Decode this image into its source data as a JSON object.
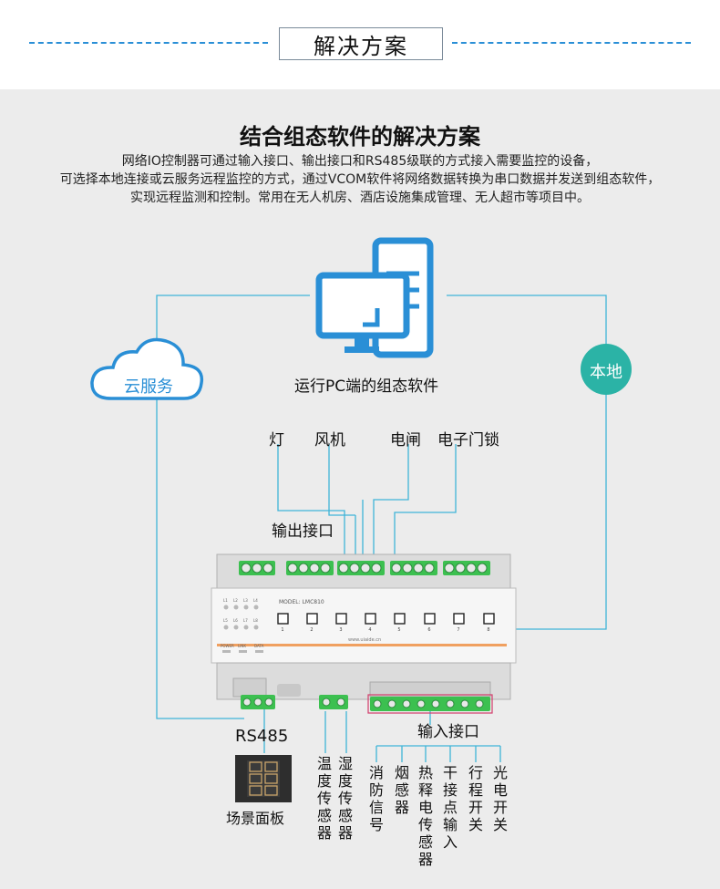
{
  "header": {
    "title": "解决方案"
  },
  "headline": "结合组态软件的解决方案",
  "description": [
    "网络IO控制器可通过输入接口、输出接口和RS485级联的方式接入需要监控的设备，",
    "可选择本地连接或云服务远程监控的方式，通过VCOM软件将网络数据转换为串口数据并发送到组态软件，",
    "实现远程监测和控制。常用在无人机房、酒店设施集成管理、无人超市等项目中。"
  ],
  "pc_label": "运行PC端的组态软件",
  "cloud_label": "云服务",
  "local_label": "本地",
  "outputs": {
    "title": "输出接口",
    "devices": [
      "灯",
      "风机",
      "电闸",
      "电子门锁"
    ]
  },
  "controller": {
    "model": "MODEL: LMC810",
    "website": "www.uiaide.cn",
    "led_top": [
      "L1",
      "L2",
      "L3",
      "L4"
    ],
    "led_bottom": [
      "L5",
      "L6",
      "L7",
      "L8"
    ],
    "status": [
      "POWER",
      "LINK",
      "DATA"
    ],
    "channels": [
      "1",
      "2",
      "3",
      "4",
      "5",
      "6",
      "7",
      "8"
    ]
  },
  "rs485": {
    "label": "RS485",
    "panel_label": "场景面板"
  },
  "sensors": [
    "温度传感器",
    "湿度传感器"
  ],
  "inputs": {
    "title": "输入接口",
    "devices": [
      "消防信号",
      "烟感器",
      "热释电传感器",
      "干接点输入",
      "行程开关",
      "光电开关"
    ]
  },
  "colors": {
    "accent": "#2a8fd6",
    "line": "#3fb4d8",
    "teal": "#2bb3a6",
    "terminal": "#3cc050"
  }
}
